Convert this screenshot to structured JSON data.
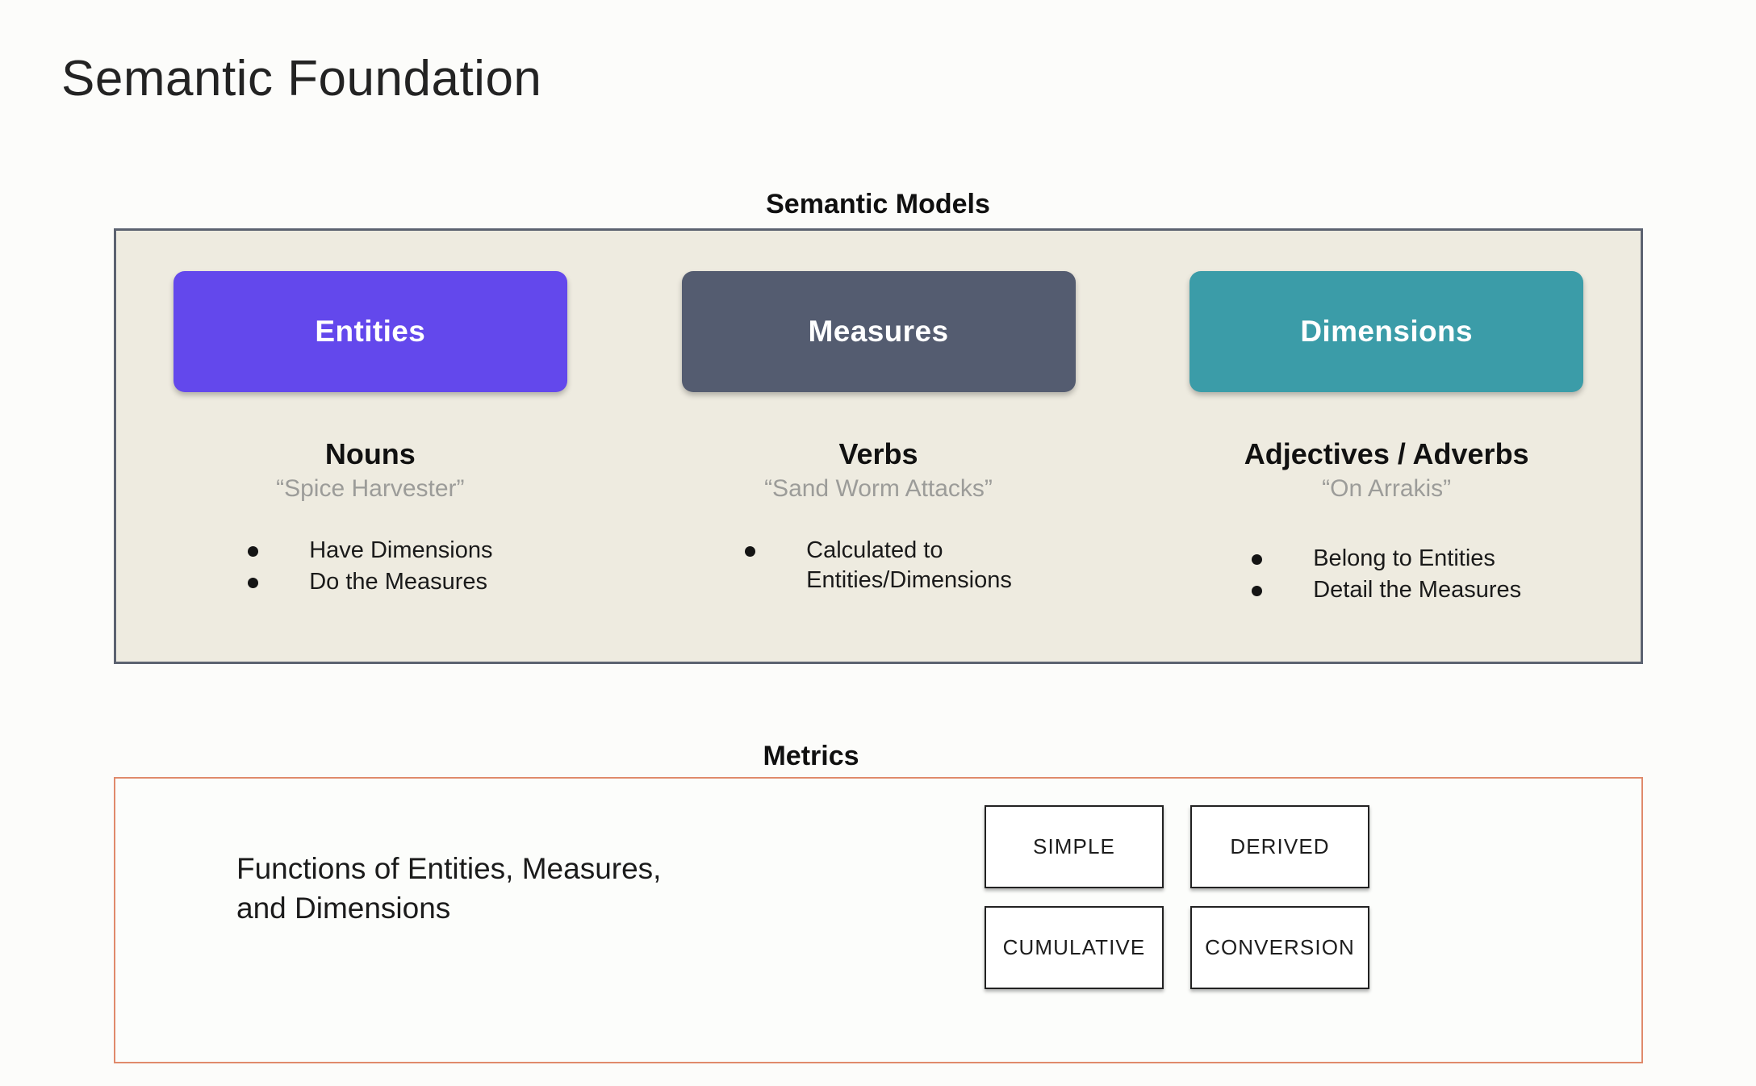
{
  "slide": {
    "title": "Semantic Foundation",
    "background_color": "#FCFCFA"
  },
  "semantic_models": {
    "header": "Semantic Models",
    "panel_background": "#EEEBE0",
    "panel_border_color": "#5C6270",
    "columns": [
      {
        "card_label": "Entities",
        "card_color": "#6348EC",
        "part_of_speech": "Nouns",
        "example": "“Spice Harvester”",
        "bullets": [
          "Have Dimensions",
          "Do the Measures"
        ]
      },
      {
        "card_label": "Measures",
        "card_color": "#545C70",
        "part_of_speech": "Verbs",
        "example": "“Sand Worm Attacks”",
        "bullets": [
          "Calculated to",
          "Entities/Dimensions"
        ]
      },
      {
        "card_label": "Dimensions",
        "card_color": "#3B9CA8",
        "part_of_speech": "Adjectives / Adverbs",
        "example": "“On Arrakis”",
        "bullets": [
          "Belong to Entities",
          "Detail the Measures"
        ]
      }
    ]
  },
  "metrics": {
    "header": "Metrics",
    "panel_border_color": "#E08A6B",
    "description_line1": "Functions of Entities, Measures,",
    "description_line2": "and Dimensions",
    "types": [
      "SIMPLE",
      "DERIVED",
      "CUMULATIVE",
      "CONVERSION"
    ]
  }
}
